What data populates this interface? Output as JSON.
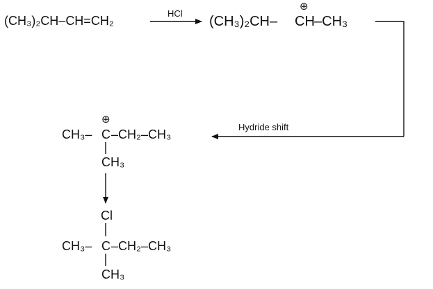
{
  "reaction": {
    "reactant": "(CH₃)₂CH–CH=CH₂",
    "reagent": "HCl",
    "carbocation_1": {
      "left": "(CH₃)₂CH–",
      "center": "CH",
      "right": "–CH₃",
      "charge": "⊕"
    },
    "shift_label": "Hydride shift",
    "carbocation_2": {
      "left": "CH₃–",
      "center": "C",
      "right": "–CH₂–CH₃",
      "charge": "⊕",
      "substituent": "CH₃"
    },
    "product": {
      "top_substituent": "Cl",
      "left": "CH₃–",
      "center": "C",
      "right": "–CH₂–CH₃",
      "bottom_substituent": "CH₃"
    }
  }
}
